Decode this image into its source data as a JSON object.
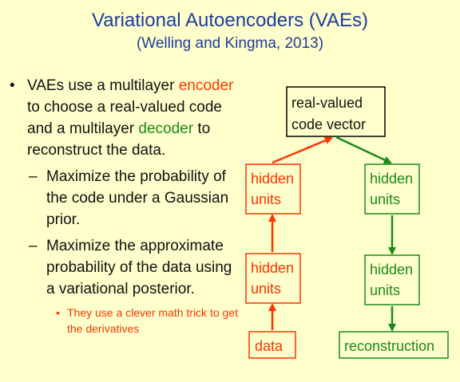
{
  "slide": {
    "title": "Variational Autoencoders (VAEs)",
    "subtitle": "(Welling and Kingma, 2013)"
  },
  "bullets": {
    "main_bullet": "•",
    "main": {
      "p1": "VAEs use a multilayer ",
      "encoder": "encoder",
      "p2": " to choose a real-valued code and a multilayer ",
      "decoder": "decoder",
      "p3": " to reconstruct the data."
    },
    "sub_dash": "–",
    "sub1": "Maximize the probability of the code under a Gaussian prior.",
    "sub2": "Maximize the approximate probability of the data using a variational posterior.",
    "note_bullet": "•",
    "note": "They use a clever math trick to get the derivatives"
  },
  "diagram": {
    "code_vector": {
      "line1": "real-valued",
      "line2": "code vector"
    },
    "encoder_hidden_top": {
      "line1": "hidden",
      "line2": "units"
    },
    "encoder_hidden_bottom": {
      "line1": "hidden",
      "line2": "units"
    },
    "decoder_hidden_top": {
      "line1": "hidden",
      "line2": "units"
    },
    "decoder_hidden_bottom": {
      "line1": "hidden",
      "line2": "units"
    },
    "data": "data",
    "reconstruction": "reconstruction"
  },
  "colors": {
    "title": "#1e3c9c",
    "encoder": "#ff3300",
    "decoder": "#1a8a1a",
    "background": "#ffffcc"
  }
}
